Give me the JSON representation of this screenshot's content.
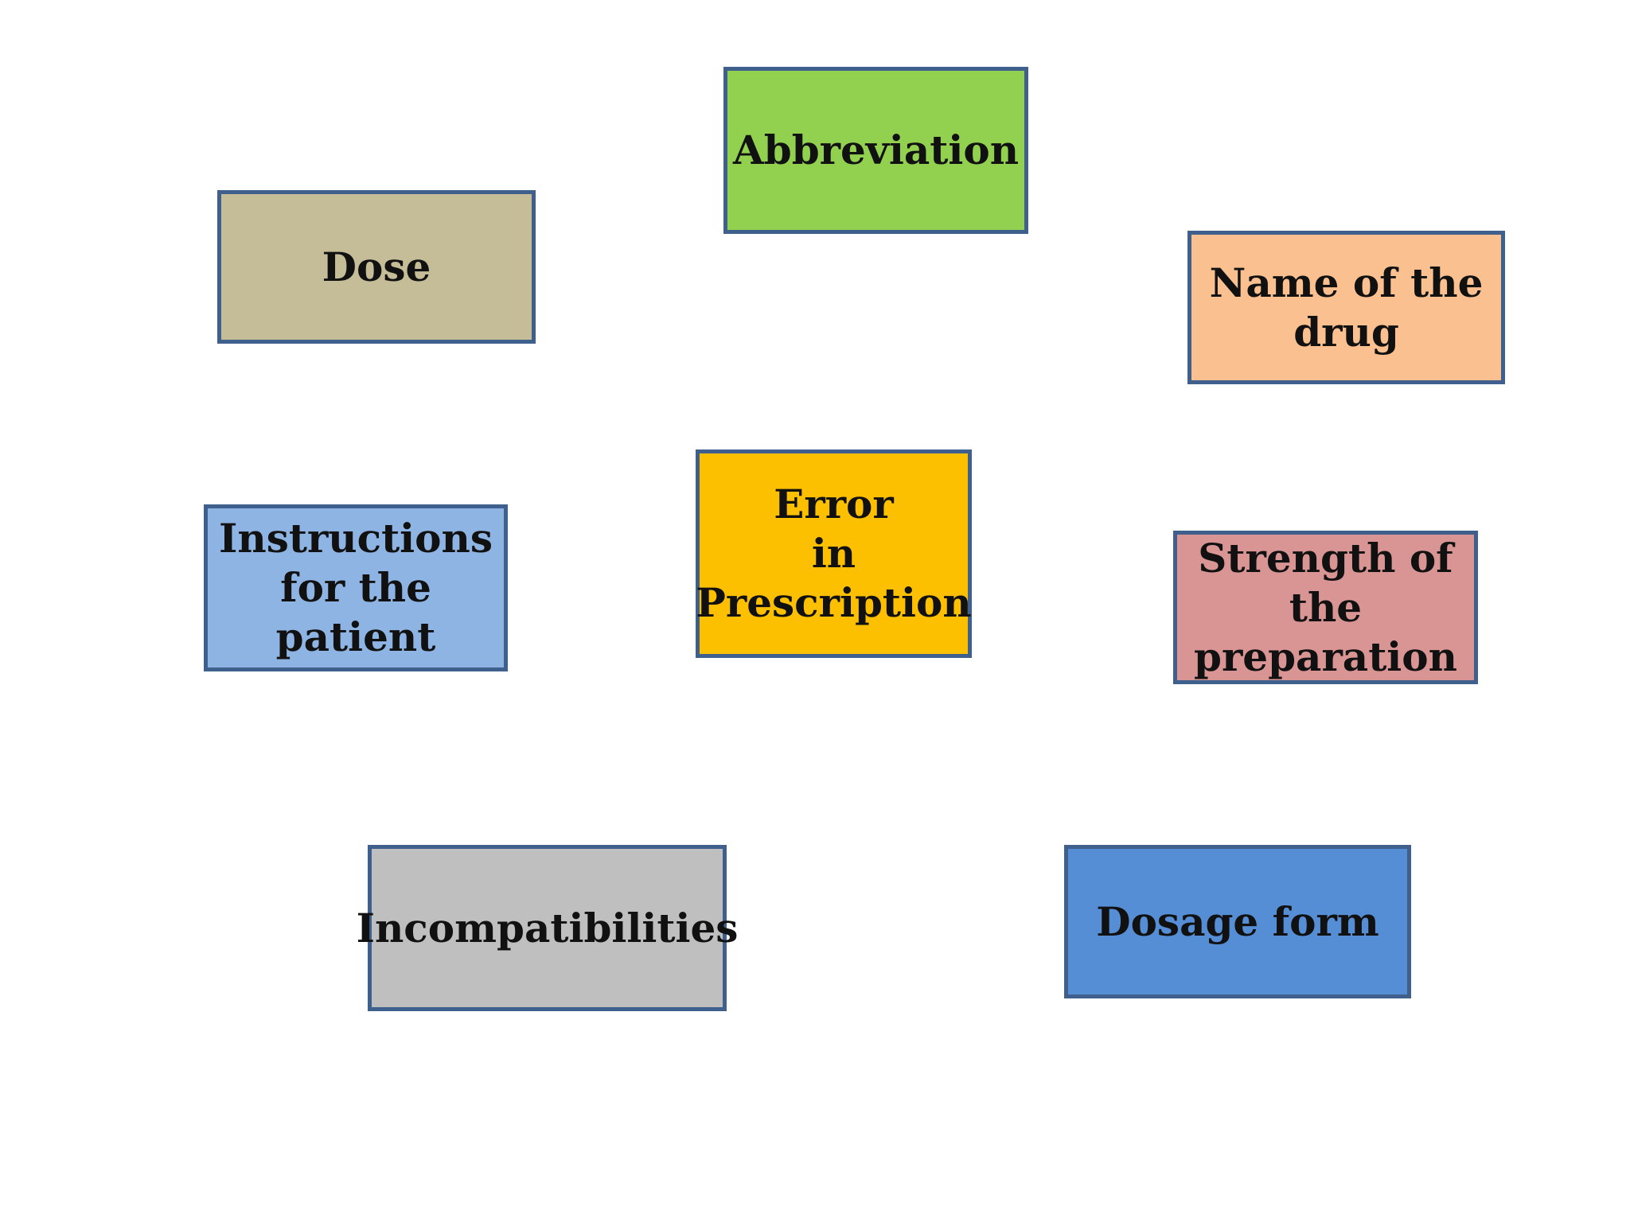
{
  "diagram": {
    "center": {
      "label": "Error\nin\nPrescription",
      "color": "#fdc000"
    },
    "nodes": [
      {
        "id": "abbreviation",
        "label": "Abbreviation",
        "color": "#92d050"
      },
      {
        "id": "dose",
        "label": "Dose",
        "color": "#c4bd97"
      },
      {
        "id": "name-drug",
        "label": "Name of the\ndrug",
        "color": "#fac090"
      },
      {
        "id": "instructions",
        "label": "Instructions\nfor the patient",
        "color": "#8eb4e3"
      },
      {
        "id": "strength",
        "label": "Strength of the\npreparation",
        "color": "#d99594"
      },
      {
        "id": "incompatibilities",
        "label": "Incompatibilities",
        "color": "#bfbfbf"
      },
      {
        "id": "dosage-form",
        "label": "Dosage form",
        "color": "#558ed5"
      }
    ],
    "border_color": "#3f5f8c"
  }
}
